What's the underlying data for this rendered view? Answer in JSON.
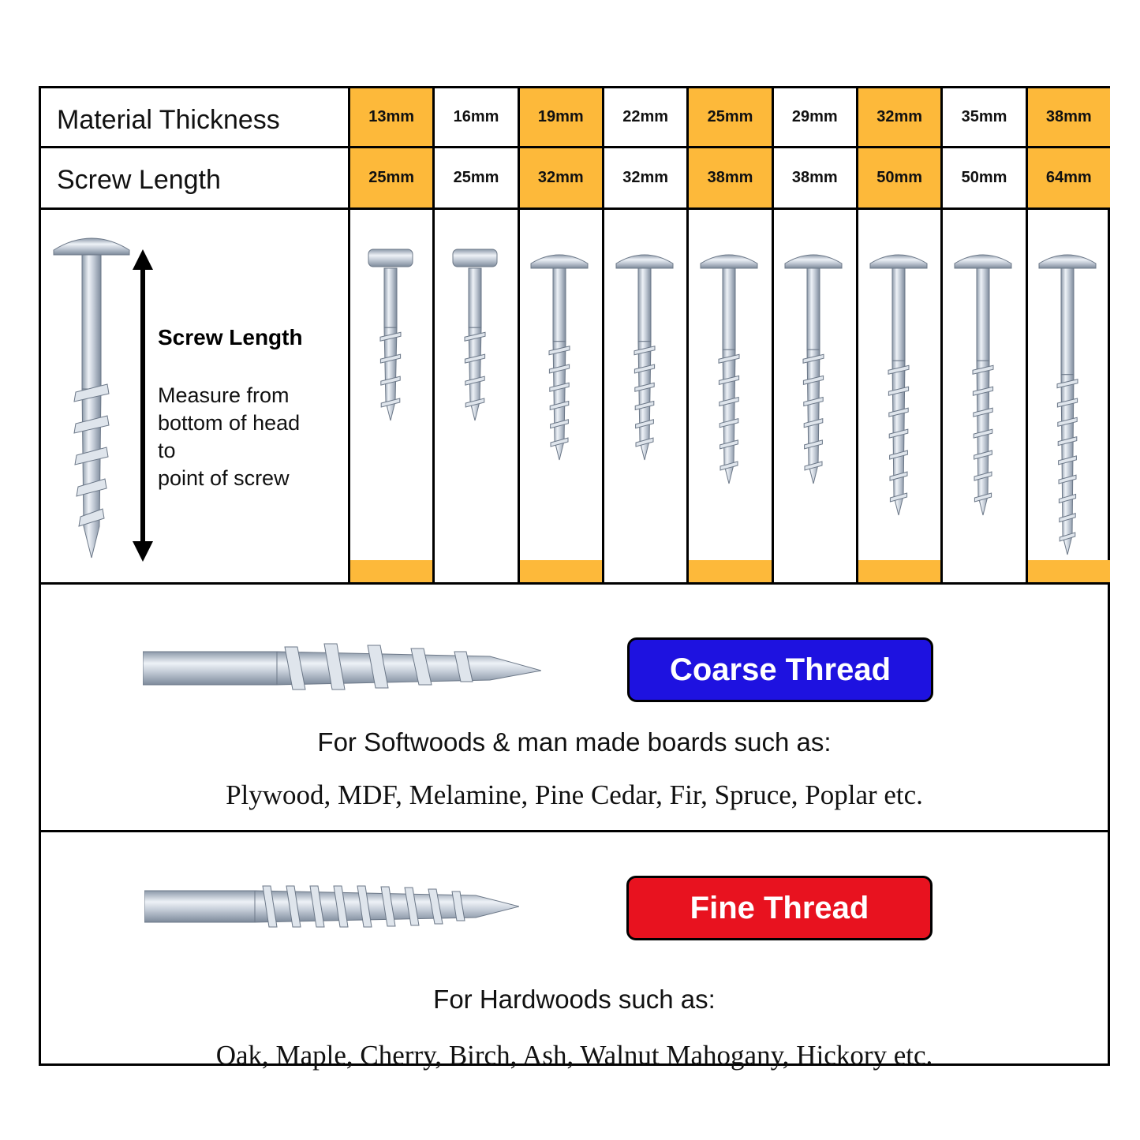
{
  "table": {
    "row_labels": {
      "thickness": "Material Thickness",
      "length": "Screw Length"
    },
    "columns": [
      {
        "thickness": "13mm",
        "length": "25mm",
        "highlight": true
      },
      {
        "thickness": "16mm",
        "length": "25mm",
        "highlight": false
      },
      {
        "thickness": "19mm",
        "length": "32mm",
        "highlight": true
      },
      {
        "thickness": "22mm",
        "length": "32mm",
        "highlight": false
      },
      {
        "thickness": "25mm",
        "length": "38mm",
        "highlight": true
      },
      {
        "thickness": "29mm",
        "length": "38mm",
        "highlight": false
      },
      {
        "thickness": "32mm",
        "length": "50mm",
        "highlight": true
      },
      {
        "thickness": "35mm",
        "length": "50mm",
        "highlight": false
      },
      {
        "thickness": "38mm",
        "length": "64mm",
        "highlight": true
      }
    ],
    "highlight_color": "#FDB93A"
  },
  "diagram": {
    "title": "Screw Length",
    "description": "Measure from\nbottom of head\nto\npoint of screw"
  },
  "coarse": {
    "badge": "Coarse Thread",
    "badge_color": "#1E12E0",
    "heading": "For Softwoods & man made boards such as:",
    "examples": "Plywood, MDF, Melamine, Pine Cedar, Fir, Spruce, Poplar etc."
  },
  "fine": {
    "badge": "Fine Thread",
    "badge_color": "#E8121F",
    "heading": "For Hardwoods such as:",
    "examples": "Oak, Maple, Cherry, Birch, Ash, Walnut Mahogany, Hickory etc."
  }
}
